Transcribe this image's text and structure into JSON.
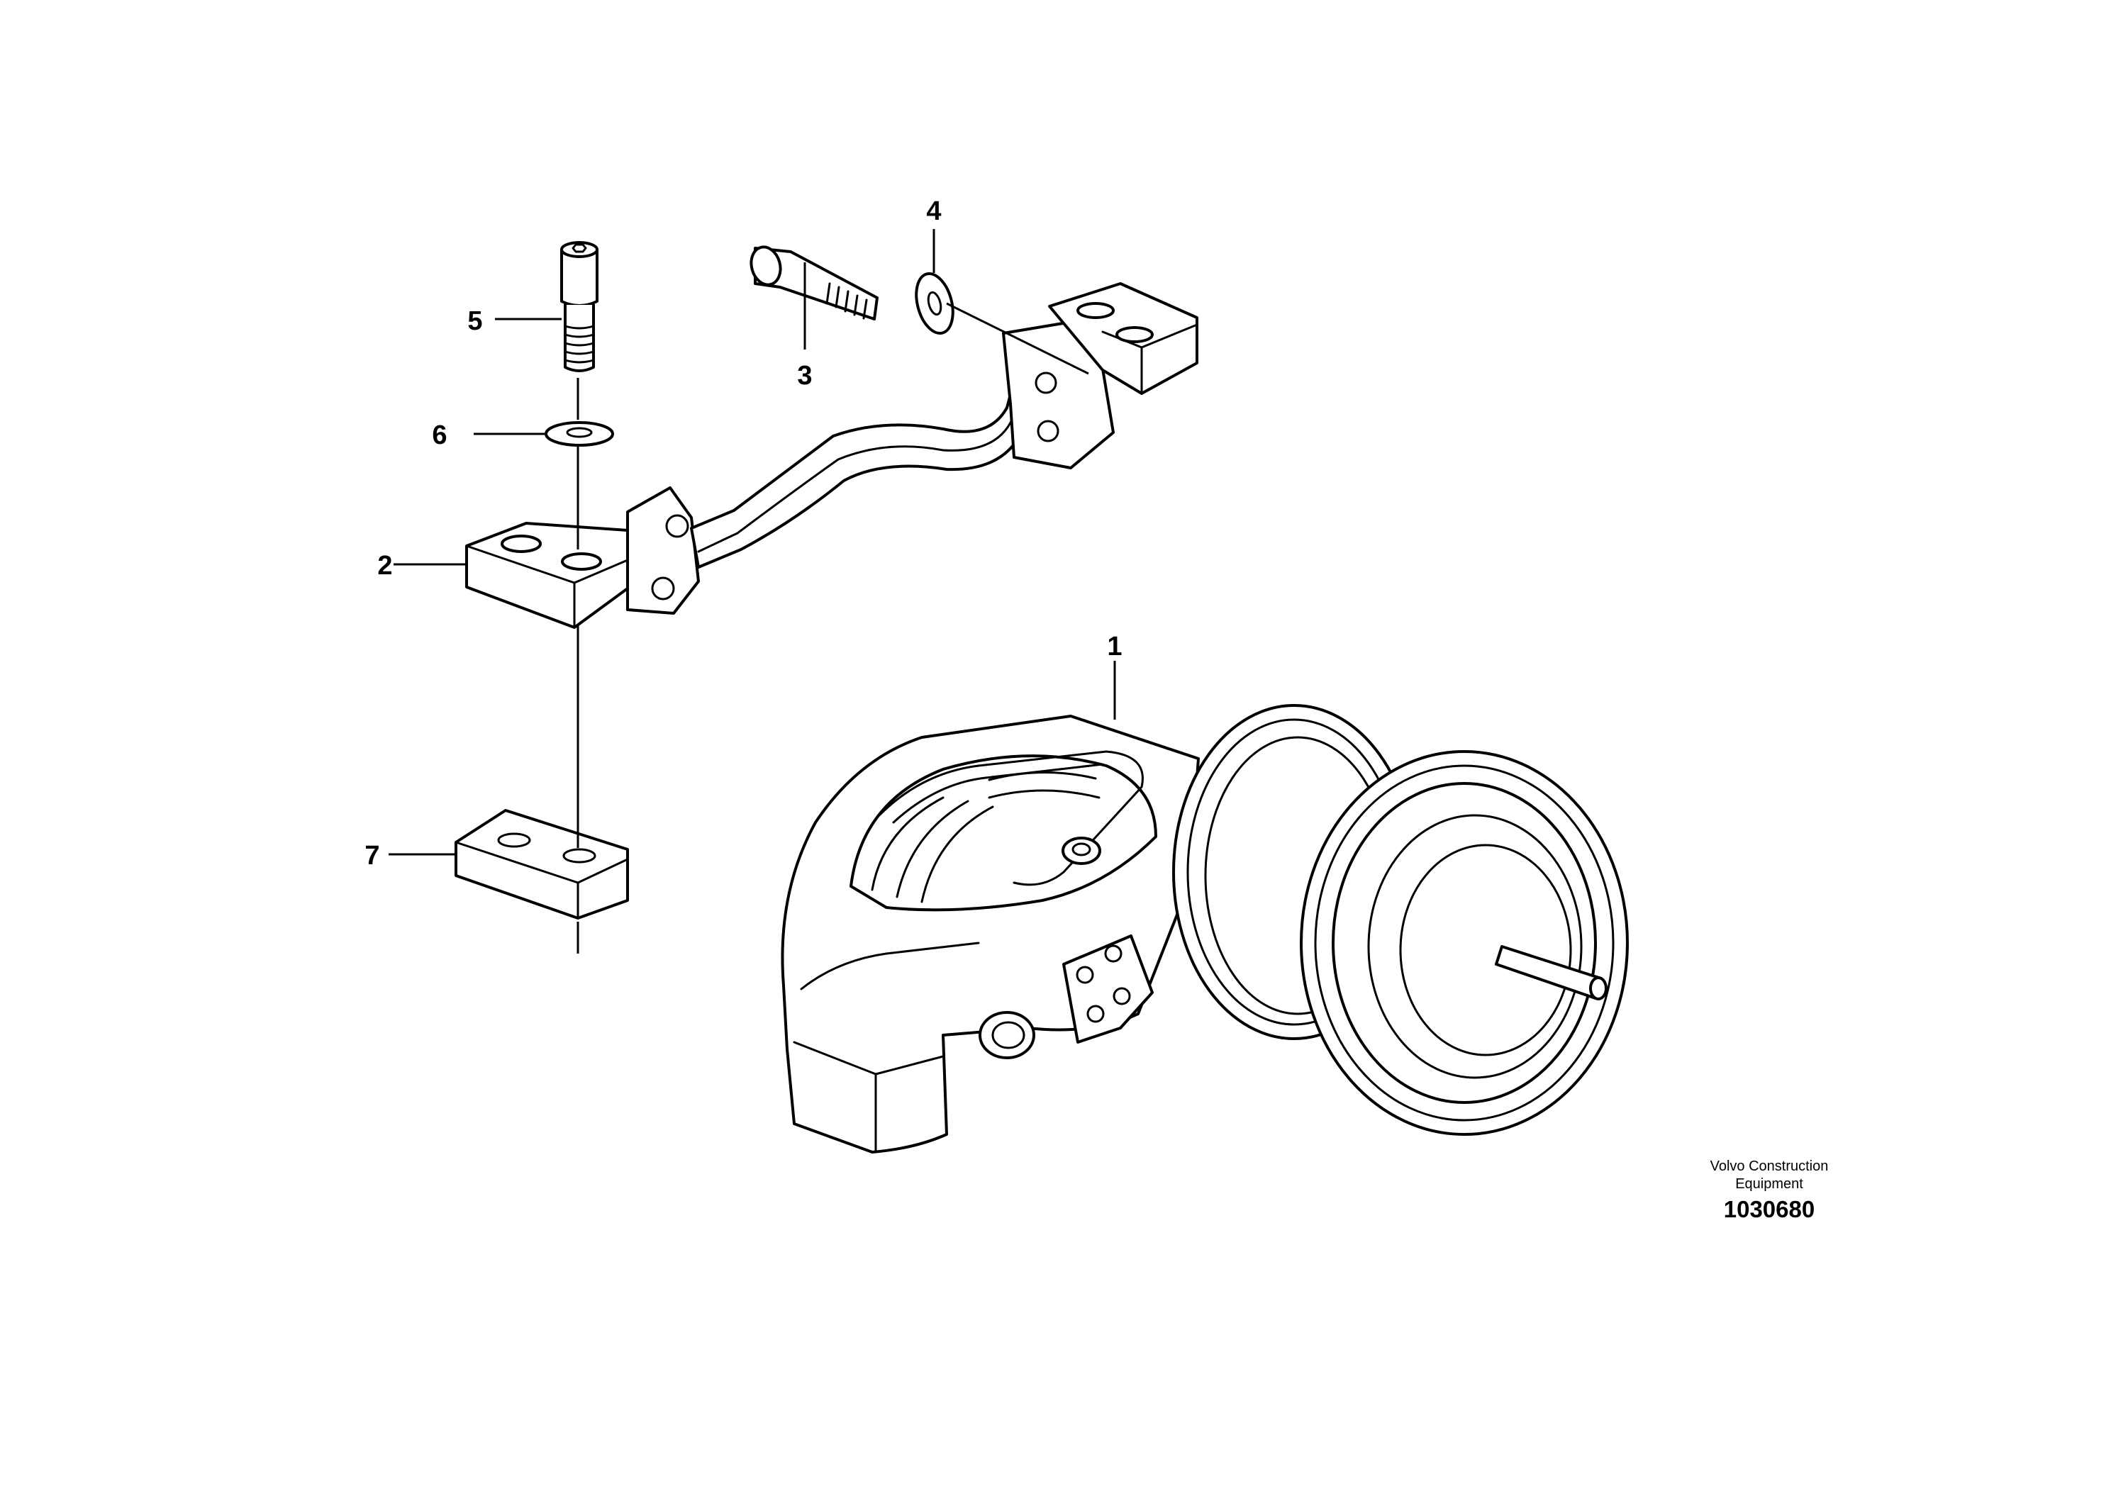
{
  "diagram": {
    "callouts": [
      {
        "id": "c1",
        "label": "1",
        "part": "brake-caliper"
      },
      {
        "id": "c2",
        "label": "2",
        "part": "bracket"
      },
      {
        "id": "c3",
        "label": "3",
        "part": "bolt"
      },
      {
        "id": "c4",
        "label": "4",
        "part": "washer"
      },
      {
        "id": "c5",
        "label": "5",
        "part": "screw"
      },
      {
        "id": "c6",
        "label": "6",
        "part": "washer"
      },
      {
        "id": "c7",
        "label": "7",
        "part": "spacer-block"
      }
    ],
    "stamp": {
      "line1": "Volvo Construction",
      "line2": "Equipment",
      "number": "1030680"
    }
  }
}
